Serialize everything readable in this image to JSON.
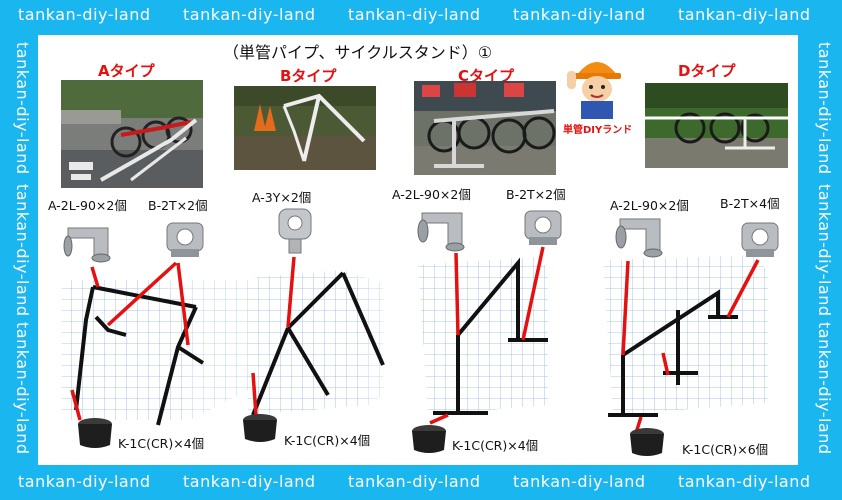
{
  "watermark": "tankan-diy-land",
  "title": "（単管パイプ、サイクルスタンド）①",
  "brand": "単管DIYランド",
  "types": [
    {
      "label": "Aタイプ",
      "parts": [
        "A-2L-90×2個",
        "B-2T×2個"
      ],
      "caps": "K-1C(CR)×4個"
    },
    {
      "label": "Bタイプ",
      "parts": [
        "A-3Y×2個"
      ],
      "caps": "K-1C(CR)×4個"
    },
    {
      "label": "Cタイプ",
      "parts": [
        "A-2L-90×2個",
        "B-2T×2個"
      ],
      "caps": "K-1C(CR)×4個"
    },
    {
      "label": "Dタイプ",
      "parts": [
        "A-2L-90×2個",
        "B-2T×4個"
      ],
      "caps": "K-1C(CR)×6個"
    }
  ],
  "colors": {
    "border": "#19b6f0",
    "accent": "#e51010",
    "grid": "#6a9bd8"
  },
  "icons": [
    "elbow-joint-icon",
    "tee-joint-icon",
    "y-joint-icon",
    "end-cap-icon",
    "mascot-icon"
  ]
}
